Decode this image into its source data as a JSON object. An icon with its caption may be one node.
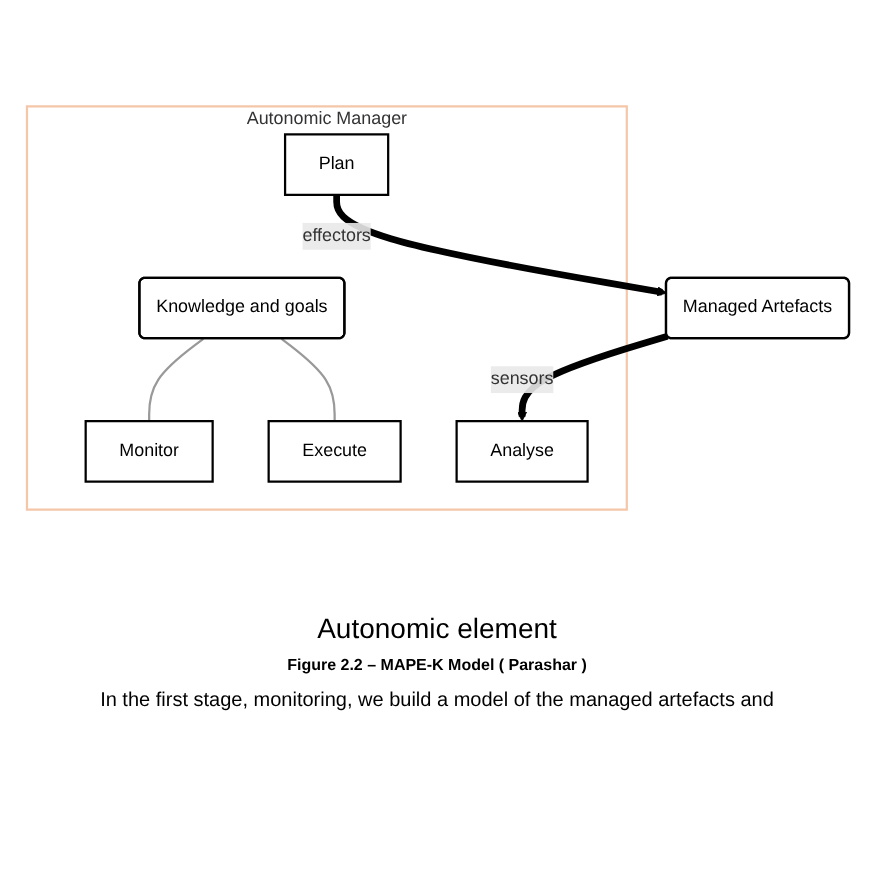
{
  "diagram": {
    "caption": "Figure 2.2 – MAPE-K Model ( Parashar )",
    "nodes": [
      {
        "text": [
          "Autonomic Manager"
        ]
      },
      {
        "text": [
          "Knowledge and goals"
        ],
        "in": 0
      },
      {
        "text": [
          "Monitor"
        ],
        "in": 0
      },
      {
        "text": [
          "Analyse"
        ],
        "in": 0
      },
      {
        "text": [
          "Plan"
        ],
        "in": 0
      },
      {
        "text": [
          "Execute"
        ],
        "in": 0
      },
      {
        "text": [
          "Managed Artefacts"
        ]
      }
    ],
    "edges": [
      {
        "from": 1,
        "to": 2,
        "arrow": "none",
        "color": "#999999"
      },
      {
        "from": 1,
        "to": 5,
        "arrow": "none",
        "color": "#999999"
      },
      {
        "from": 6,
        "to": 3,
        "arrow": "to",
        "label": "sensors",
        "style": "thick",
        "color": "#000000"
      },
      {
        "from": 4,
        "to": 6,
        "arrow": "to",
        "label": "effectors",
        "style": "thick",
        "color": "#000000"
      }
    ],
    "labels": [
      "Autonomic element",
      "In the first stage, monitoring, we build a model of the managed artefacts and"
    ]
  }
}
